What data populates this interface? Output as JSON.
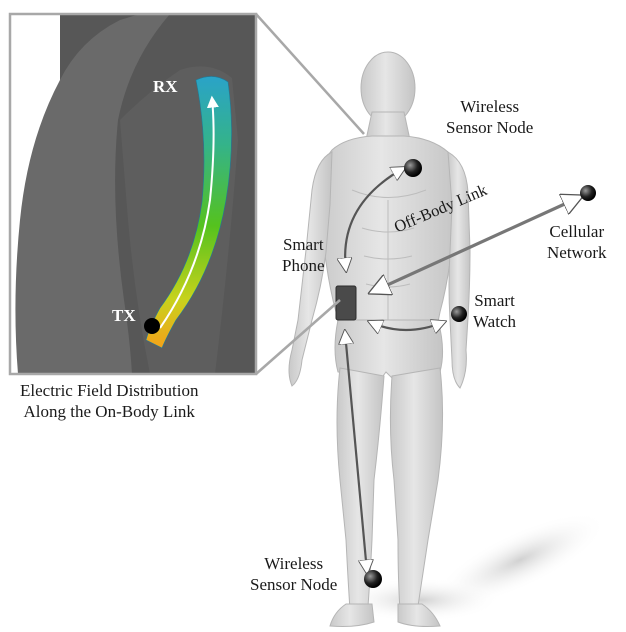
{
  "labels": {
    "sensor_node_top": [
      "Wireless",
      "Sensor Node"
    ],
    "cellular": [
      "Cellular",
      "Network"
    ],
    "smart_phone": [
      "Smart",
      "Phone"
    ],
    "smart_watch": [
      "Smart",
      "Watch"
    ],
    "sensor_node_bottom": [
      "Wireless",
      "Sensor Node"
    ],
    "off_body_link": "Off-Body Link",
    "inset_caption": [
      "Electric Field Distribution",
      "Along the On-Body Link"
    ],
    "inset_rx": "RX",
    "inset_tx": "TX"
  },
  "colors": {
    "field_high": "#f2b31c",
    "field_mid": "#7cc21a",
    "field_low": "#2aa3c8",
    "body_skin": "#d9d9d9",
    "inset_body": "#555555",
    "device": "#4a4a4a"
  }
}
